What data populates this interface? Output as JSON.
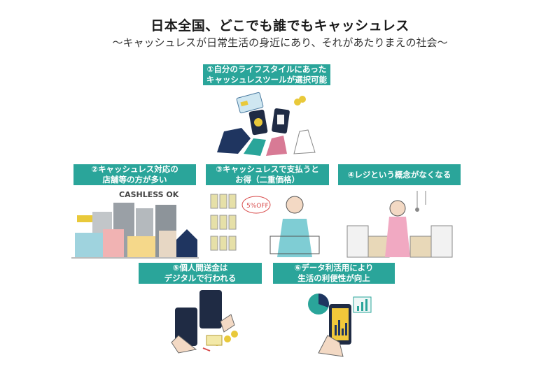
{
  "header": {
    "title": "日本全国、どこでも誰でもキャッシュレス",
    "subtitle": "～キャッシュレスが日常生活の身近にあり、それがあたりまえの社会～"
  },
  "panels": [
    {
      "line1": "①自分のライフスタイルにあった",
      "line2": "キャッシュレスツールが選択可能"
    },
    {
      "line1": "②キャッシュレス対応の",
      "line2": "店舗等の方が多い",
      "sign_text": "CASHLESS OK"
    },
    {
      "line1": "③キャッシュレスで支払うと",
      "line2": "お得（二重価格）",
      "tag_text": "5%OFF"
    },
    {
      "line1": "④レジという概念がなくなる"
    },
    {
      "line1": "⑤個人間送金は",
      "line2": "デジタルで行われる"
    },
    {
      "line1": "⑥データ利活用により",
      "line2": "生活の利便性が向上"
    }
  ],
  "colors": {
    "label_bg": "#2aa59a",
    "accent_yellow": "#e9c93a",
    "navy": "#1f3560",
    "pink": "#e6a4b8"
  }
}
